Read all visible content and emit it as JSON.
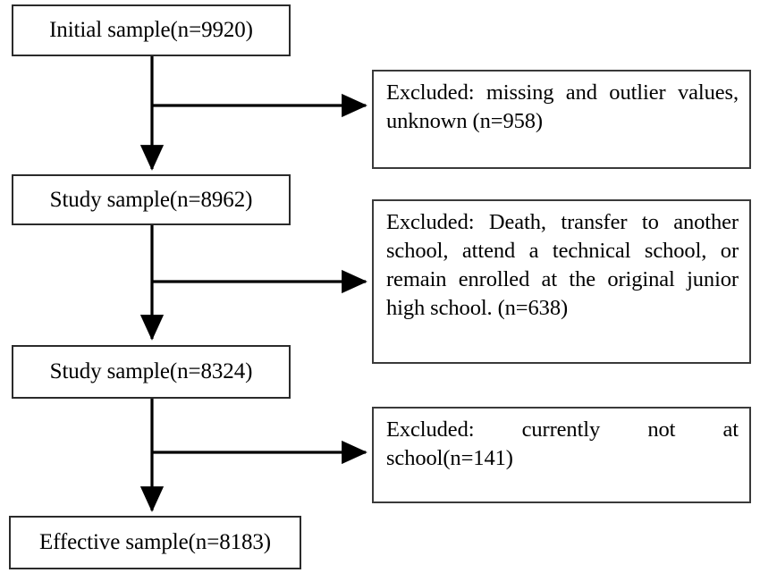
{
  "diagram": {
    "type": "participant-flow-diagram",
    "orientation": "vertical-with-right-exclusion-branches",
    "background_color": "#ffffff",
    "line_color": "#000000",
    "box_border_color": "#2b2b2b",
    "main_nodes": [
      {
        "id": "initial-sample",
        "label": "Initial sample(n=9920)",
        "n": 9920
      },
      {
        "id": "study-sample-1",
        "label": "Study sample(n=8962)",
        "n": 8962
      },
      {
        "id": "study-sample-2",
        "label": "Study sample(n=8324)",
        "n": 8324
      },
      {
        "id": "effective-sample",
        "label": "Effective sample(n=8183)",
        "n": 8183
      }
    ],
    "exclusion_nodes": [
      {
        "id": "exclusion-1",
        "label": "Excluded: missing and outlier values, unknown (n=958)",
        "n": 958
      },
      {
        "id": "exclusion-2",
        "label": "Excluded: Death, transfer to another school, attend a technical school, or remain enrolled at the original junior high school. (n=638)",
        "n": 638
      },
      {
        "id": "exclusion-3",
        "label": "Excluded: currently not at school(n=141)",
        "n": 141
      }
    ]
  },
  "chart_data": {
    "type": "diagram",
    "title": "",
    "stages": [
      {
        "stage": "Initial sample",
        "count": 9920,
        "excluded_after": 958
      },
      {
        "stage": "Study sample",
        "count": 8962,
        "excluded_after": 638
      },
      {
        "stage": "Study sample",
        "count": 8324,
        "excluded_after": 141
      },
      {
        "stage": "Effective sample",
        "count": 8183,
        "excluded_after": 0
      }
    ]
  }
}
